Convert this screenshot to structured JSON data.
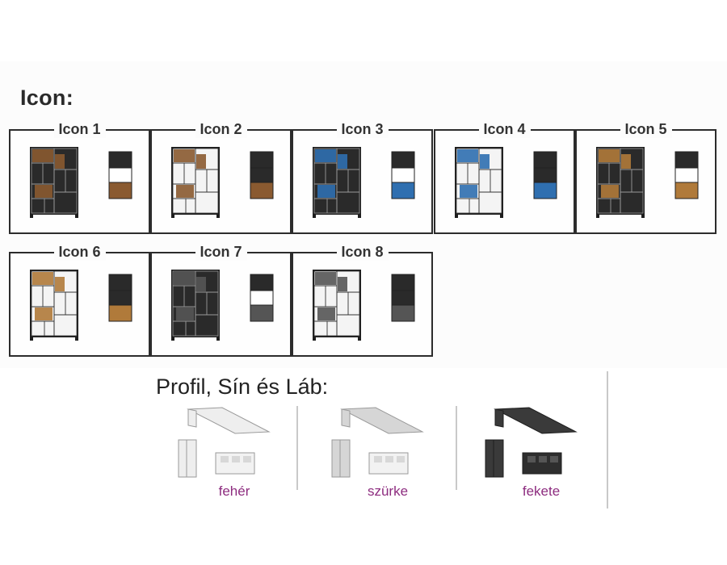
{
  "icon_section": {
    "title": "Icon:",
    "items": [
      {
        "label": "Icon 1",
        "frame": "black",
        "fills": "wood"
      },
      {
        "label": "Icon 2",
        "frame": "white",
        "fills": "wood"
      },
      {
        "label": "Icon 3",
        "frame": "black",
        "fills": "blue"
      },
      {
        "label": "Icon 4",
        "frame": "white",
        "fills": "blue"
      },
      {
        "label": "Icon 5",
        "frame": "black",
        "fills": "amber"
      },
      {
        "label": "Icon 6",
        "frame": "white",
        "fills": "amber"
      },
      {
        "label": "Icon 7",
        "frame": "black",
        "fills": "grey"
      },
      {
        "label": "Icon 8",
        "frame": "white",
        "fills": "grey"
      }
    ]
  },
  "profil_section": {
    "title": "Profil, Sín és Láb:",
    "options": [
      {
        "label": "fehér",
        "color": "#eeeeee"
      },
      {
        "label": "szürke",
        "color": "#d6d6d6"
      },
      {
        "label": "fekete",
        "color": "#3a3a3a"
      }
    ]
  },
  "colors": {
    "frame_black": "#222222",
    "border": "#2c2c2c",
    "label_accent": "#8d2c7f",
    "wood": "#8a5a30",
    "blue": "#2f6fb0",
    "amber": "#b07a3a",
    "grey": "#555555"
  }
}
